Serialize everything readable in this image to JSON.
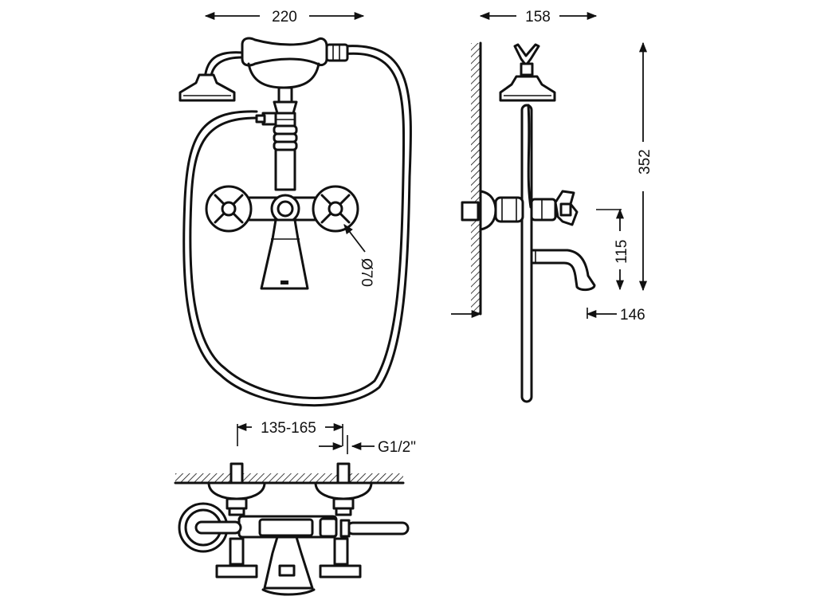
{
  "dimensions": {
    "width_overall": "220",
    "depth_overall": "158",
    "height_overall": "352",
    "spout_height": "115",
    "spout_reach": "146",
    "handle_diameter": "Ø70",
    "center_distance": "135-165",
    "connection_thread": "G1/2\""
  }
}
